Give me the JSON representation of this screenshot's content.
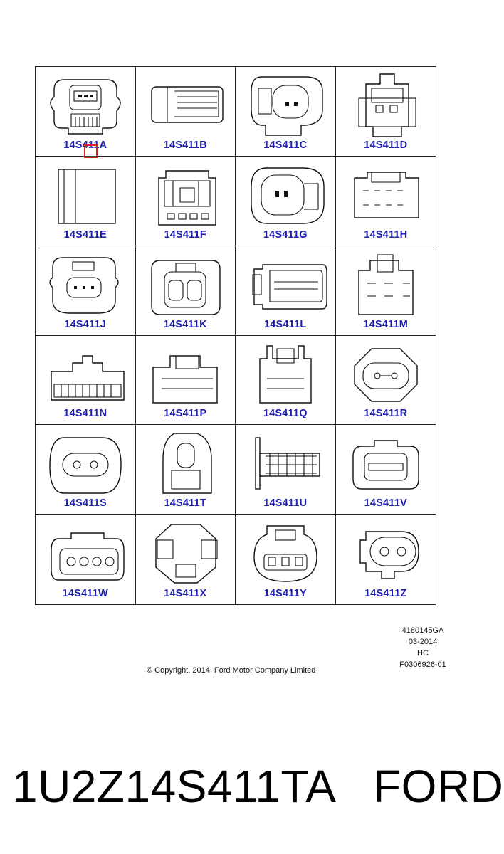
{
  "connectors": [
    {
      "label": "14S411A",
      "icon": "connector-a-icon"
    },
    {
      "label": "14S411B",
      "icon": "connector-b-icon"
    },
    {
      "label": "14S411C",
      "icon": "connector-c-icon"
    },
    {
      "label": "14S411D",
      "icon": "connector-d-icon"
    },
    {
      "label": "14S411E",
      "icon": "connector-e-icon"
    },
    {
      "label": "14S411F",
      "icon": "connector-f-icon"
    },
    {
      "label": "14S411G",
      "icon": "connector-g-icon"
    },
    {
      "label": "14S411H",
      "icon": "connector-h-icon"
    },
    {
      "label": "14S411J",
      "icon": "connector-j-icon"
    },
    {
      "label": "14S411K",
      "icon": "connector-k-icon"
    },
    {
      "label": "14S411L",
      "icon": "connector-l-icon"
    },
    {
      "label": "14S411M",
      "icon": "connector-m-icon"
    },
    {
      "label": "14S411N",
      "icon": "connector-n-icon"
    },
    {
      "label": "14S411P",
      "icon": "connector-p-icon"
    },
    {
      "label": "14S411Q",
      "icon": "connector-q-icon"
    },
    {
      "label": "14S411R",
      "icon": "connector-r-icon"
    },
    {
      "label": "14S411S",
      "icon": "connector-s-icon"
    },
    {
      "label": "14S411T",
      "icon": "connector-t-icon"
    },
    {
      "label": "14S411U",
      "icon": "connector-u-icon"
    },
    {
      "label": "14S411V",
      "icon": "connector-v-icon"
    },
    {
      "label": "14S411W",
      "icon": "connector-w-icon"
    },
    {
      "label": "14S411X",
      "icon": "connector-x-icon"
    },
    {
      "label": "14S411Y",
      "icon": "connector-y-icon"
    },
    {
      "label": "14S411Z",
      "icon": "connector-z-icon"
    }
  ],
  "reference": {
    "code": "4180145GA",
    "date": "03-2014",
    "initials": "HC",
    "figure": "F0306926-01"
  },
  "copyright": "© Copyright, 2014, Ford Motor Company Limited",
  "part_number": "1U2Z14S411TA",
  "brand": "FORD",
  "colors": {
    "label": "#1f1fb0",
    "highlight": "#e0201e",
    "line": "#222222"
  }
}
